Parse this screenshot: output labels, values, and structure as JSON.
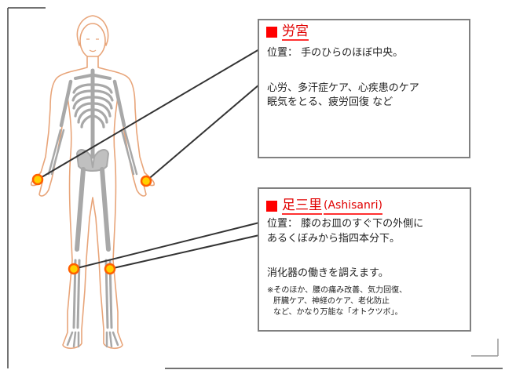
{
  "points": [
    {
      "marker": "■",
      "name": "労宮",
      "name_reading": "",
      "position_label": "位置：",
      "position": "手のひらのほぼ中央。",
      "effect_line1": "心労、多汗症ケア、心疾患のケア",
      "effect_line2": "眠気をとる、疲労回復 など"
    },
    {
      "marker": "■",
      "name": "足三里",
      "name_reading": "(Ashisanri)",
      "position_label": "位置：",
      "position_line1": "膝のお皿のすぐ下の外側に",
      "position_line2": "あるくぼみから指四本分下。",
      "effect": "消化器の働きを調えます。",
      "note_line1": "※そのほか、腰の痛み改善、気力回復、",
      "note_line2": "肝臓ケア、神経のケア、老化防止",
      "note_line3": "など、かなり万能な「オトクツボ」。"
    }
  ],
  "colors": {
    "accent": "#ff0000",
    "point_fill": "#ffd000",
    "point_ring": "#ff6000",
    "bone": "#a8a8a8",
    "outline": "#e8a57a",
    "box_border": "#808080"
  }
}
